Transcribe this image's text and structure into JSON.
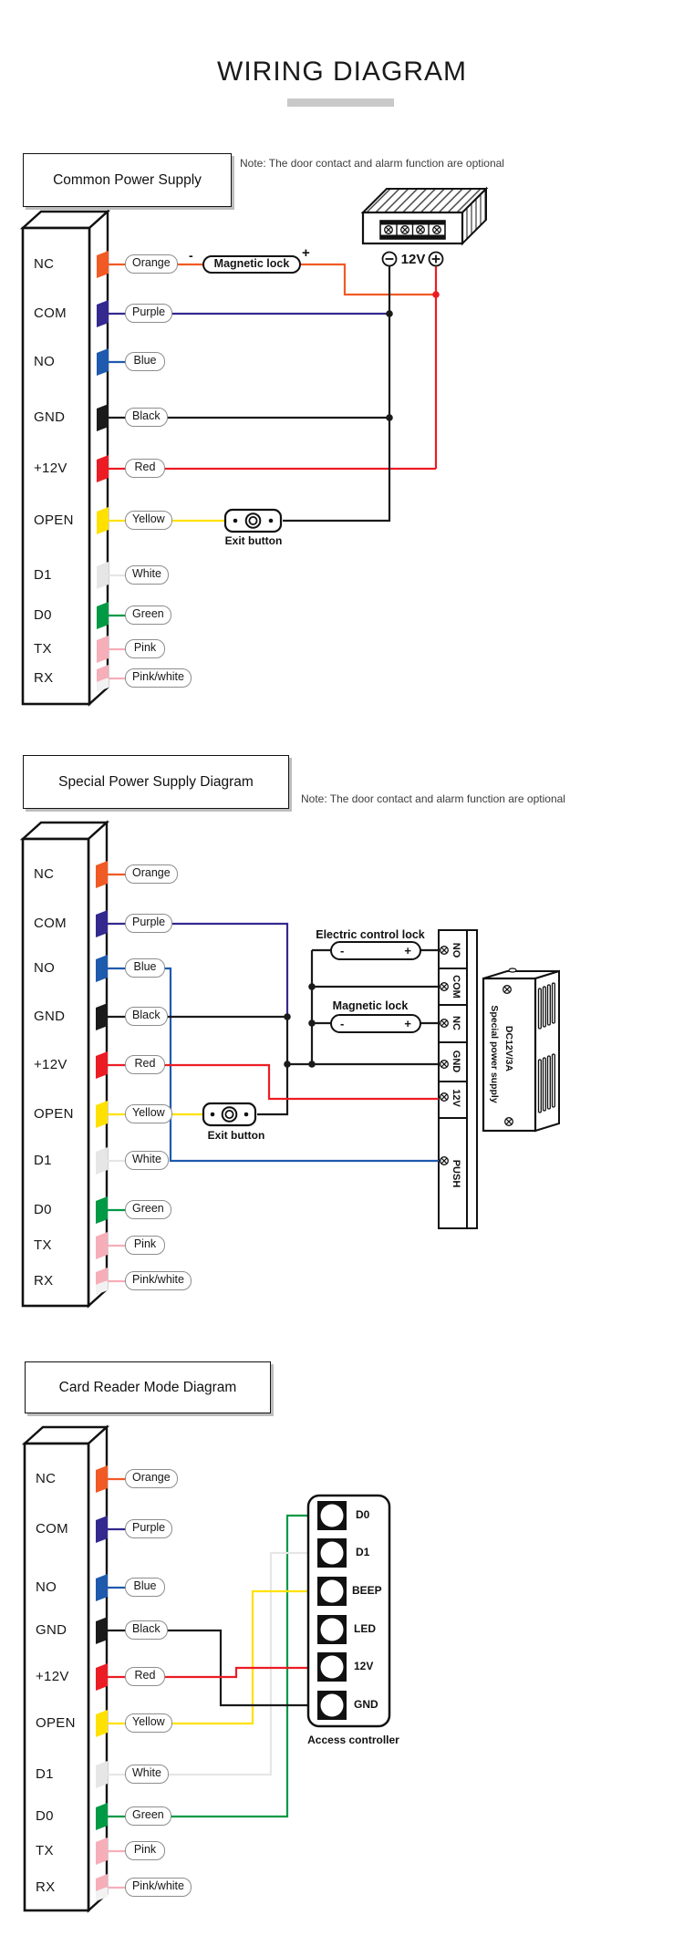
{
  "title": "WIRING DIAGRAM",
  "device": {
    "terminals": [
      "NC",
      "COM",
      "NO",
      "GND",
      "+12V",
      "OPEN",
      "D1",
      "D0",
      "TX",
      "RX"
    ],
    "wire_labels": [
      "Orange",
      "Purple",
      "Blue",
      "Black",
      "Red",
      "Yellow",
      "White",
      "Green",
      "Pink",
      "Pink/white"
    ]
  },
  "sections": [
    {
      "header": "Common Power Supply",
      "note": "Note: The door contact and alarm function are optional",
      "lock": {
        "label": "Magnetic lock",
        "minus": "-",
        "plus": "+"
      },
      "exit_button_label": "Exit button",
      "psu_voltage": "12V"
    },
    {
      "header": "Special Power Supply Diagram",
      "note": "Note: The door contact and alarm function are optional",
      "electric_lock": {
        "label": "Electric control lock",
        "minus": "-",
        "plus": "+"
      },
      "magnetic_lock": {
        "label": "Magnetic lock",
        "minus": "-",
        "plus": "+"
      },
      "exit_button_label": "Exit button",
      "terminal_strip": [
        "NO",
        "COM",
        "NC",
        "GND",
        "12V",
        "PUSH"
      ],
      "psu_box": {
        "model": "DC12V/3A",
        "name": "Special power supply"
      }
    },
    {
      "header": "Card Reader Mode Diagram",
      "controller": {
        "pins": [
          "D0",
          "D1",
          "BEEP",
          "LED",
          "12V",
          "GND"
        ],
        "caption": "Access controller"
      }
    }
  ],
  "colors": {
    "orange": "#F15A24",
    "purple": "#33298F",
    "blue": "#1E5AAE",
    "black": "#1A1A1A",
    "red": "#EC1C24",
    "yellow": "#FFE100",
    "white_wire": "#E6E6E6",
    "green": "#009944",
    "pink": "#F6AEB9",
    "pink_white_bottom": "#F2F2F2",
    "title_underline": "#C9C9C9"
  }
}
